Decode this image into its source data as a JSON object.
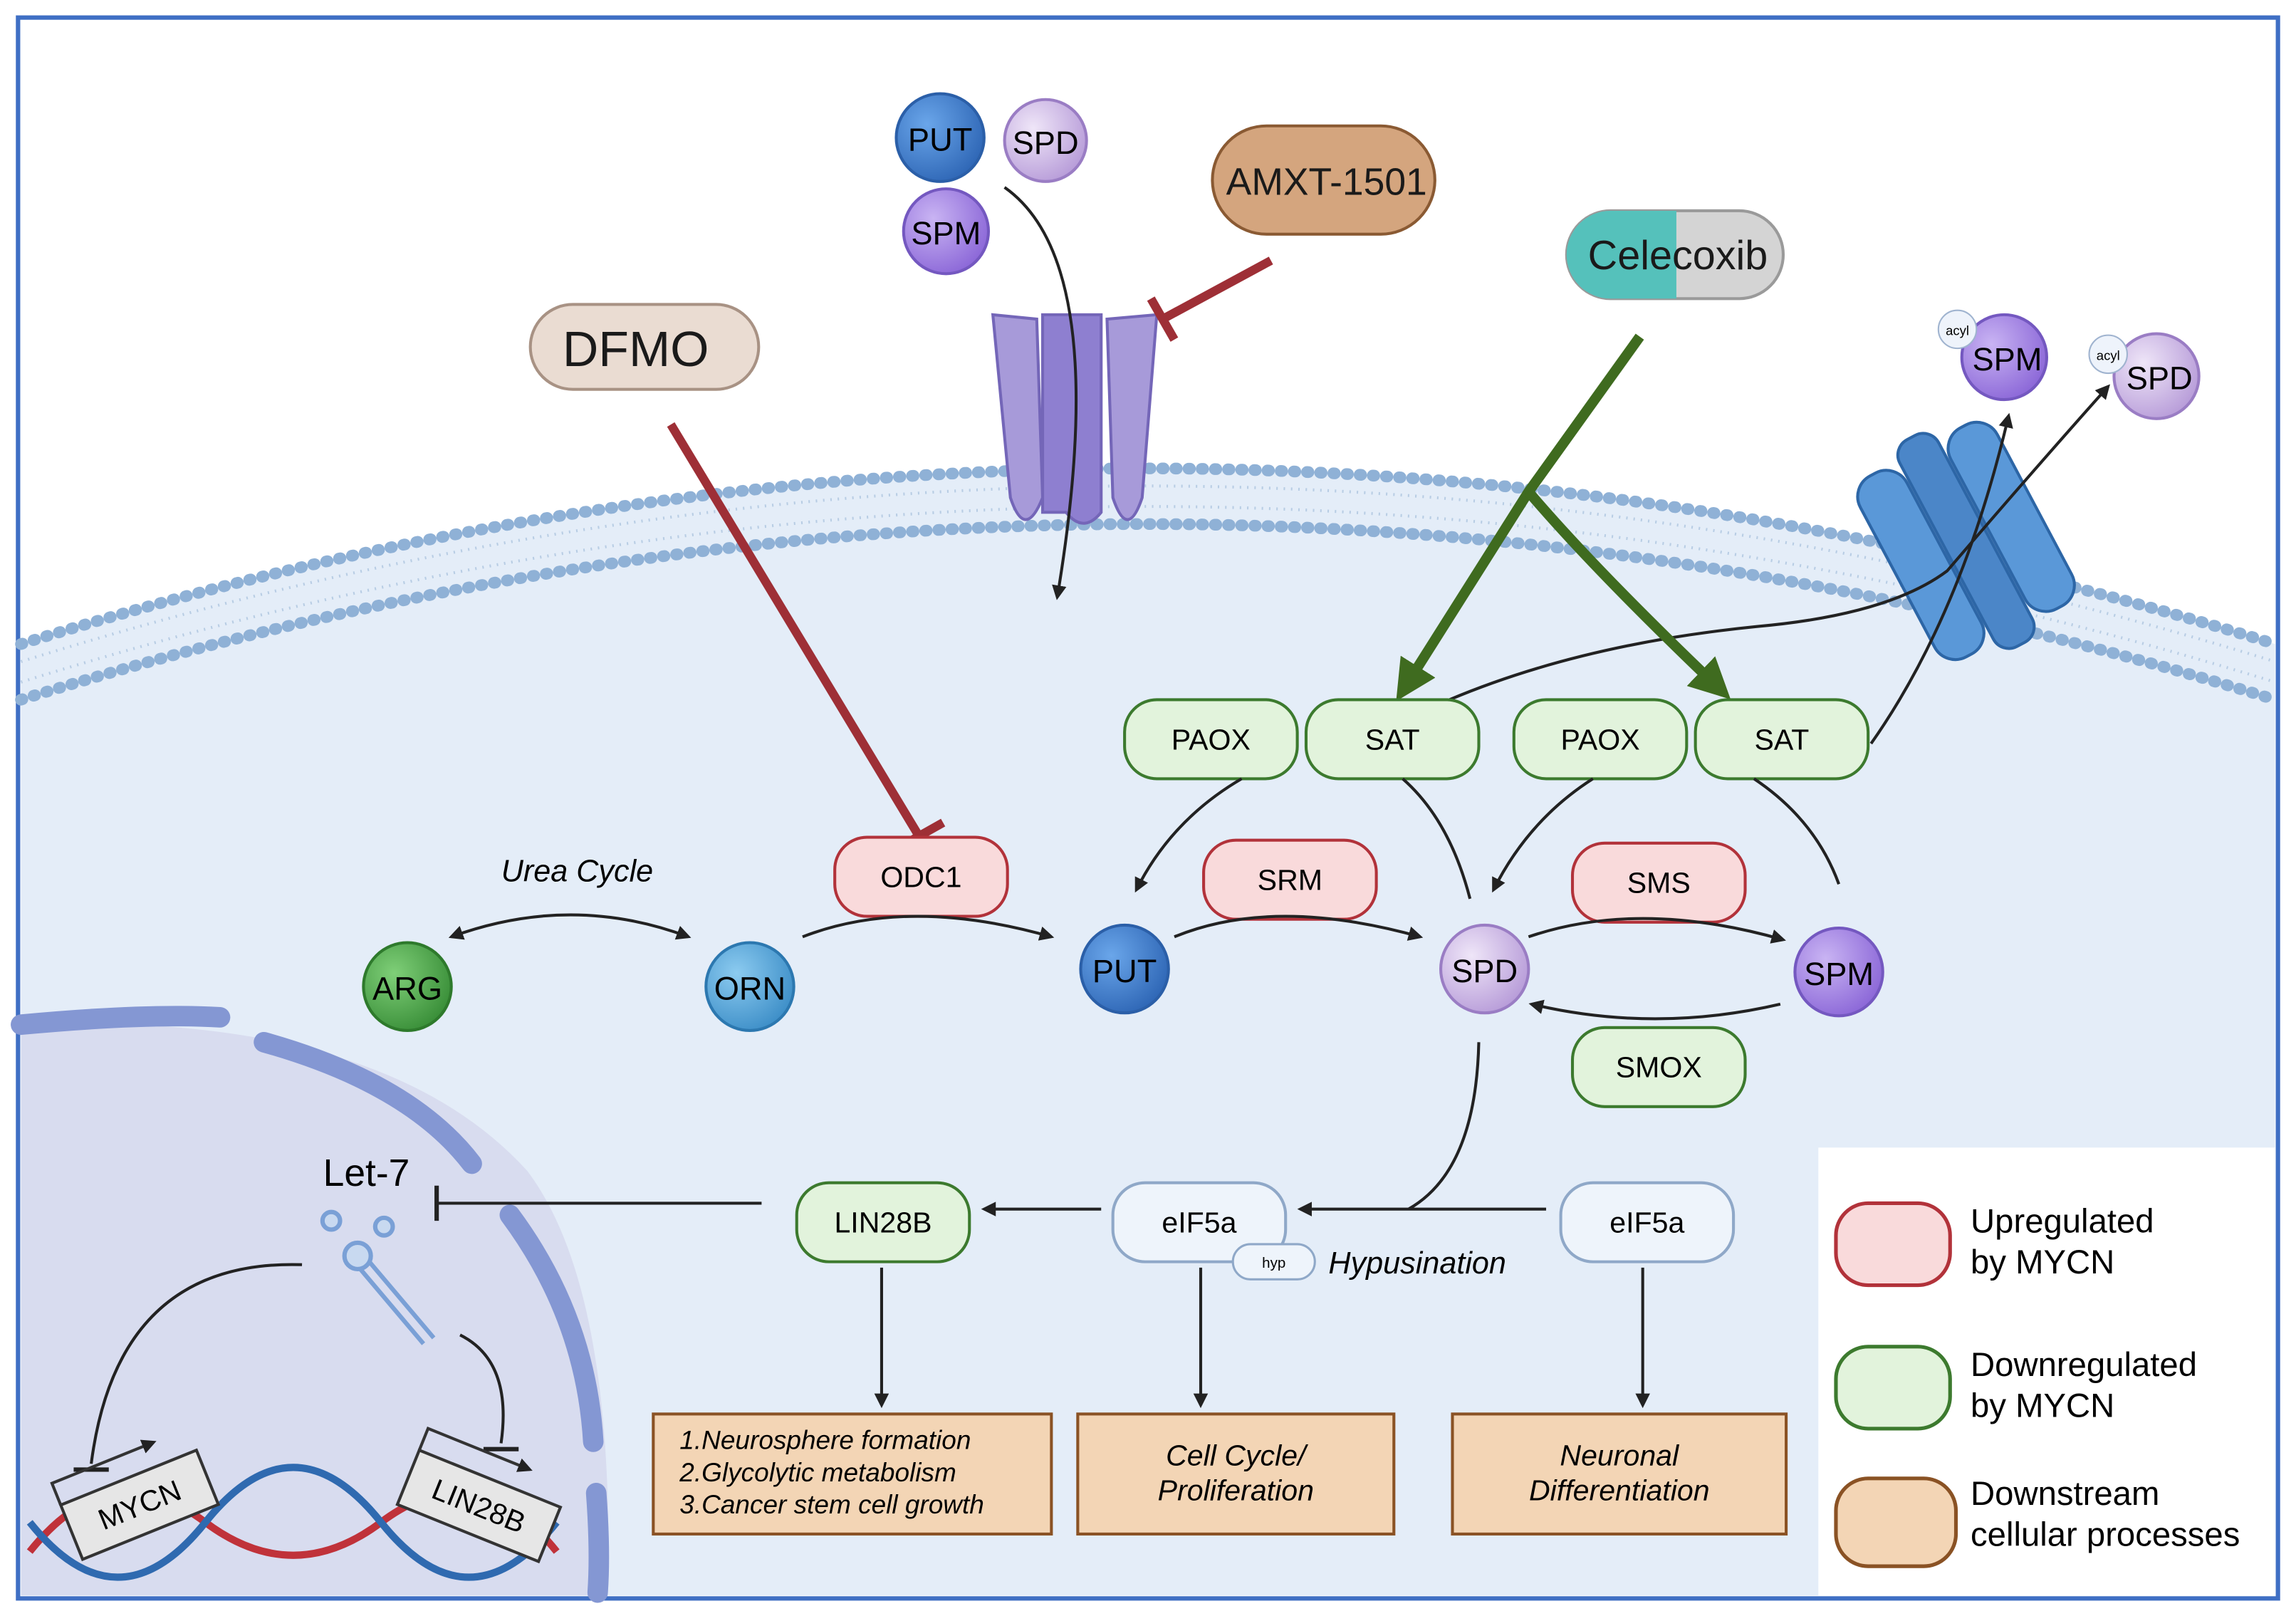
{
  "drugs": {
    "amxt": "AMXT-1501",
    "dfmo": "DFMO",
    "celecoxib": "Celecoxib"
  },
  "extracellular": {
    "put": "PUT",
    "spd": "SPD",
    "spm": "SPM"
  },
  "exported": {
    "acyl_spm_tag": "acyl",
    "acyl_spm": "SPM",
    "acyl_spd_tag": "acyl",
    "acyl_spd": "SPD"
  },
  "enzymes": {
    "paox1": "PAOX",
    "sat1": "SAT",
    "paox2": "PAOX",
    "sat2": "SAT",
    "odc1": "ODC1",
    "srm": "SRM",
    "sms": "SMS",
    "smox": "SMOX"
  },
  "metabolites": {
    "arg": "ARG",
    "orn": "ORN",
    "put": "PUT",
    "spd": "SPD",
    "spm": "SPM"
  },
  "labels": {
    "urea_cycle": "Urea Cycle",
    "hypusination": "Hypusination",
    "hyp_tag": "hyp",
    "let7": "Let-7"
  },
  "proteins": {
    "lin28b": "LIN28B",
    "eif5a_hyp": "eIF5a",
    "eif5a": "eIF5a"
  },
  "genes": {
    "mycn": "MYCN",
    "lin28b": "LIN28B"
  },
  "processes": {
    "box1": [
      "1.Neurosphere formation",
      "2.Glycolytic metabolism",
      "3.Cancer stem cell growth"
    ],
    "box2": [
      "Cell Cycle/",
      "Proliferation"
    ],
    "box3": [
      "Neuronal",
      "Differentiation"
    ]
  },
  "legend": {
    "up": [
      "Upregulated",
      "by MYCN"
    ],
    "down": [
      "Downregulated",
      "by MYCN"
    ],
    "downstream": [
      "Downstream",
      "cellular processes"
    ]
  },
  "colors": {
    "frame": "#3f6fc4",
    "cytoplasm": "#e4edf8",
    "nucleus": "#d7dbef",
    "up_fill": "#f9dadb",
    "up_stroke": "#b2323a",
    "down_fill": "#e2f3dc",
    "down_stroke": "#3c7a2e",
    "process_fill": "#f3d5b5",
    "process_stroke": "#8a5224",
    "inhibit": "#9e2f36",
    "activate": "#3f6b1f",
    "put": "#3b78c9",
    "spd": "#cbb7e3",
    "spm": "#a88be2",
    "arg": "#4ca64a",
    "orn": "#4b98cf"
  }
}
